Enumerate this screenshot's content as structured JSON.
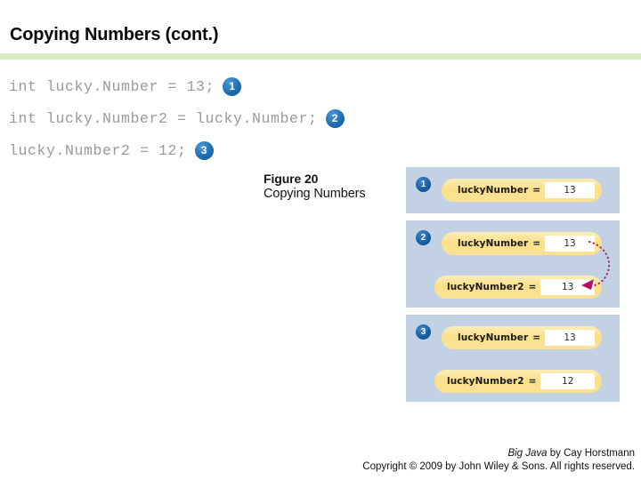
{
  "slide": {
    "title": "Copying Numbers (cont.)",
    "rule_color": "#d7ebc2"
  },
  "code": {
    "lines": [
      {
        "text": "int lucky.Number = 13;",
        "badge": "1"
      },
      {
        "text": "int lucky.Number2 = lucky.Number;",
        "badge": "2"
      },
      {
        "text": "lucky.Number2 = 12;",
        "badge": "3"
      }
    ]
  },
  "figure": {
    "number": "Figure 20",
    "caption": "Copying Numbers",
    "panel_bg": "#c3d1e4",
    "pill_color": "#fbe08a",
    "badge_color": "#1a5fa4",
    "arrow_color": "#9b1b63",
    "panels": [
      {
        "badge": "1",
        "rows": [
          {
            "name": "luckyNumber",
            "eq": "=",
            "value": "13"
          }
        ]
      },
      {
        "badge": "2",
        "rows": [
          {
            "name": "luckyNumber",
            "eq": "=",
            "value": "13"
          },
          {
            "name": "luckyNumber2",
            "eq": "=",
            "value": "13"
          }
        ],
        "arrow": "copy-value-arrow"
      },
      {
        "badge": "3",
        "rows": [
          {
            "name": "luckyNumber",
            "eq": "=",
            "value": "13"
          },
          {
            "name": "luckyNumber2",
            "eq": "=",
            "value": "12"
          }
        ]
      }
    ]
  },
  "footer": {
    "book": "Big Java",
    "byline": " by Cay Horstmann",
    "copyright": "Copyright © 2009 by John Wiley & Sons.  All rights reserved."
  }
}
